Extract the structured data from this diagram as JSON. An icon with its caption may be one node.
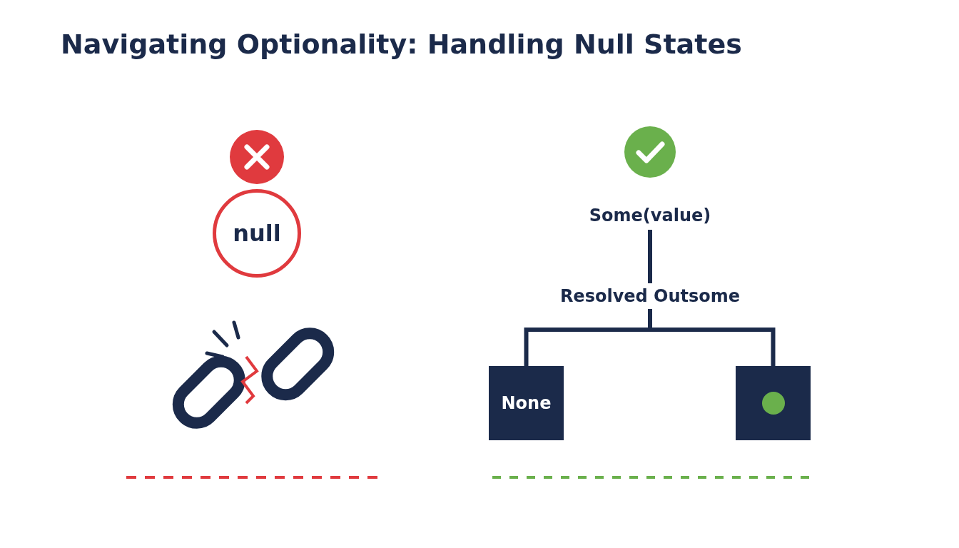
{
  "diagram": {
    "title": "Navigating Optionality: Handling Null States",
    "nodes": [
      {
        "text": [
          "null"
        ]
      },
      {
        "text": [
          "Some(value)"
        ]
      },
      {
        "text": [
          "Resolved Outsome"
        ]
      },
      {
        "text": [
          "None"
        ]
      },
      {
        "text": [],
        "shape": "box"
      }
    ],
    "edges": [
      {
        "from": 1,
        "to": 2,
        "arrow": "none"
      },
      {
        "from": 2,
        "to": 3,
        "arrow": "none"
      },
      {
        "from": 2,
        "to": 4,
        "arrow": "none"
      }
    ]
  }
}
